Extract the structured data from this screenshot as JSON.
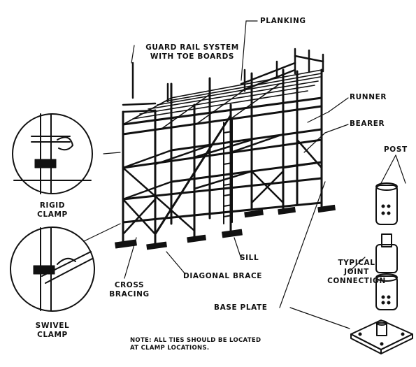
{
  "labels": {
    "planking": "PLANKING",
    "guard_rail_line1": "GUARD RAIL SYSTEM",
    "guard_rail_line2": "WITH TOE BOARDS",
    "runner": "RUNNER",
    "bearer": "BEARER",
    "post": "POST",
    "rigid_clamp_line1": "RIGID",
    "rigid_clamp_line2": "CLAMP",
    "swivel_clamp_line1": "SWIVEL",
    "swivel_clamp_line2": "CLAMP",
    "sill": "SILL",
    "diagonal_brace": "DIAGONAL BRACE",
    "cross_bracing_line1": "CROSS",
    "cross_bracing_line2": "BRACING",
    "typical_line1": "TYPICAL",
    "typical_line2": "JOINT",
    "typical_line3": "CONNECTION",
    "base_plate": "BASE PLATE",
    "note_line1": "NOTE: ALL TIES SHOULD BE LOCATED",
    "note_line2": "AT CLAMP LOCATIONS."
  }
}
